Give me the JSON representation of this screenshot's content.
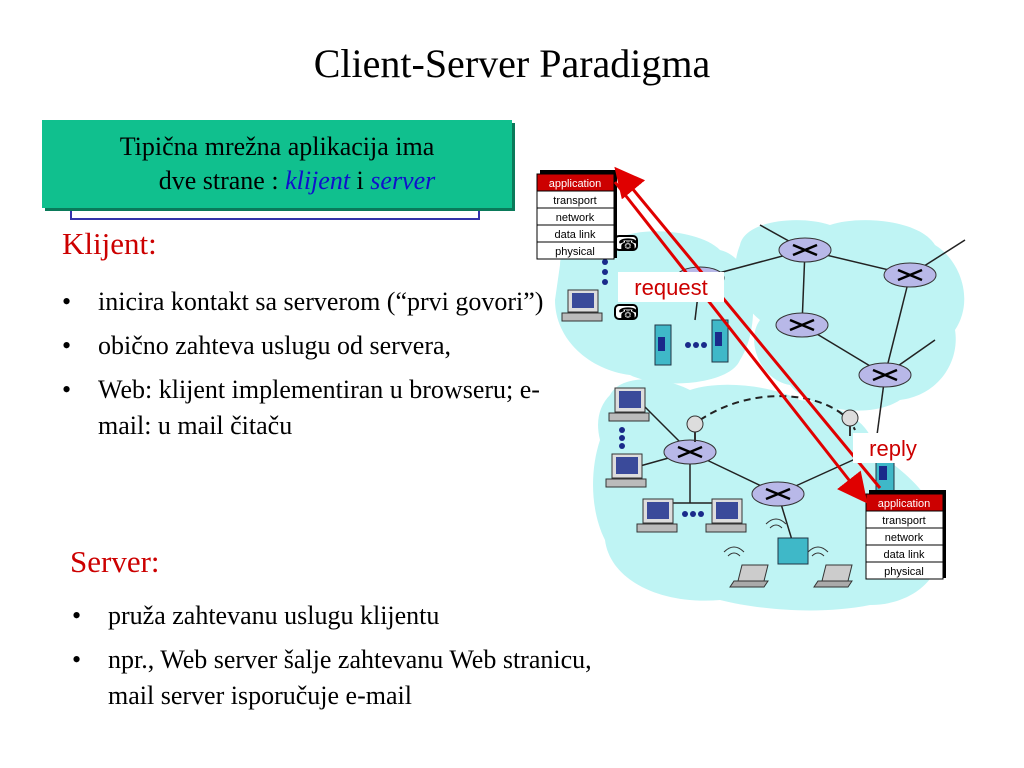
{
  "title": "Client-Server Paradigma",
  "callout": {
    "line1": "Tipična mrežna aplikacija ima",
    "line2_prefix": "dve strane : ",
    "klijent": "klijent",
    "conj": "i",
    "server": "server"
  },
  "client_section": {
    "heading": "Klijent:",
    "bullets": [
      "inicira kontakt sa serverom (“prvi govori”)",
      "obično zahteva uslugu od servera,",
      "Web: klijent implementiran u browseru; e-mail: u mail čitaču"
    ]
  },
  "server_section": {
    "heading": "Server:",
    "bullets": [
      "pruža zahtevanu uslugu klijentu",
      "npr., Web server šalje zahtevanu Web stranicu, mail server isporučuje e-mail"
    ]
  },
  "bullet_char": "•",
  "protocol_stack": [
    "application",
    "transport",
    "network",
    "data link",
    "physical"
  ],
  "labels": {
    "request": "request",
    "reply": "reply"
  },
  "colors": {
    "heading_red": "#cc0000",
    "callout_green": "#10c08e",
    "cloud": "#bff4f4",
    "arrow_red": "#e00000",
    "router": "#b8b8e8"
  }
}
